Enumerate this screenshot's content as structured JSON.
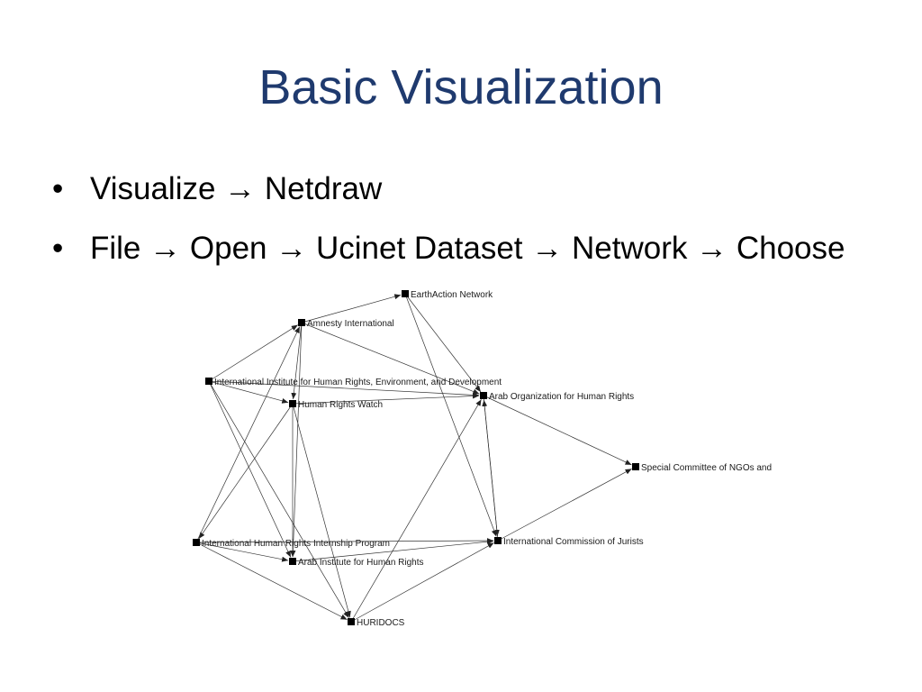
{
  "slide": {
    "title": "Basic Visualization",
    "bullets": [
      {
        "parts": [
          "Visualize",
          "Netdraw"
        ]
      },
      {
        "parts": [
          "File",
          "Open",
          "Ucinet Dataset",
          "Network",
          "Choose"
        ]
      }
    ],
    "arrow_glyph": "→",
    "bullet_glyph": "•"
  },
  "network": {
    "nodes": [
      {
        "id": "earthaction",
        "label": "EarthAction Network"
      },
      {
        "id": "amnesty",
        "label": "Amnesty International"
      },
      {
        "id": "iihred",
        "label": "International Institute for Human Rights, Environment, and Development"
      },
      {
        "id": "hrw",
        "label": "Human Rights Watch"
      },
      {
        "id": "aohr",
        "label": "Arab Organization for Human Rights"
      },
      {
        "id": "special",
        "label": "Special Committee of NGOs and"
      },
      {
        "id": "ihrip",
        "label": "International Human Rights Internship Program"
      },
      {
        "id": "aihr",
        "label": "Arab Institute for Human Rights"
      },
      {
        "id": "icj",
        "label": "International Commission of Jurists"
      },
      {
        "id": "huridocs",
        "label": "HURIDOCS"
      }
    ],
    "edges": [
      [
        "amnesty",
        "earthaction"
      ],
      [
        "earthaction",
        "aohr"
      ],
      [
        "earthaction",
        "icj"
      ],
      [
        "iihred",
        "amnesty"
      ],
      [
        "iihred",
        "hrw"
      ],
      [
        "iihred",
        "aohr"
      ],
      [
        "iihred",
        "aihr"
      ],
      [
        "iihred",
        "huridocs"
      ],
      [
        "amnesty",
        "aohr"
      ],
      [
        "amnesty",
        "hrw"
      ],
      [
        "amnesty",
        "aihr"
      ],
      [
        "hrw",
        "aohr"
      ],
      [
        "hrw",
        "aihr"
      ],
      [
        "hrw",
        "ihrip"
      ],
      [
        "hrw",
        "huridocs"
      ],
      [
        "aohr",
        "special"
      ],
      [
        "aohr",
        "icj"
      ],
      [
        "ihrip",
        "amnesty"
      ],
      [
        "ihrip",
        "aihr"
      ],
      [
        "ihrip",
        "icj"
      ],
      [
        "ihrip",
        "huridocs"
      ],
      [
        "aihr",
        "icj"
      ],
      [
        "huridocs",
        "aohr"
      ],
      [
        "huridocs",
        "icj"
      ],
      [
        "icj",
        "special"
      ],
      [
        "icj",
        "aohr"
      ]
    ]
  }
}
